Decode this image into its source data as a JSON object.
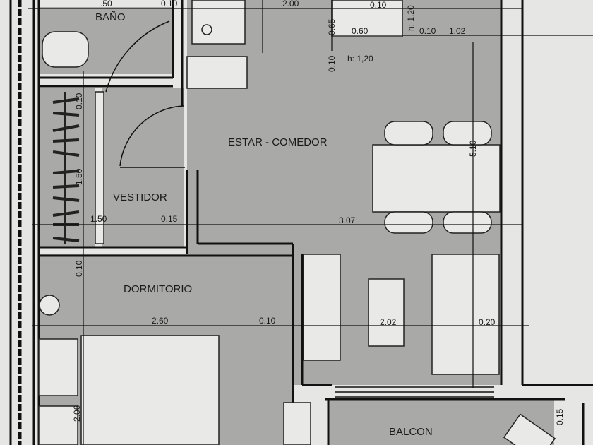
{
  "rooms": {
    "bano": "BAÑO",
    "estar": "ESTAR - COMEDOR",
    "vestidor": "VESTIDOR",
    "dormitorio": "DORMITORIO",
    "balcon": "BALCON"
  },
  "dimensions": {
    "top_left": ".50",
    "top_bano": "0.10",
    "top_2": "2.00",
    "kitchen_065": "0.65",
    "kitchen_010a": "0.10",
    "kitchen_h120v": "h: 1,20",
    "kitchen_060": "0.60",
    "kitchen_010b": "0.10",
    "kitchen_102": "1.02",
    "kitchen_010c": "0.10",
    "kitchen_h120": "h: 1,20",
    "height_510": "5.10",
    "left_010": "0.10",
    "left_150": "1.50",
    "mid_150": "1.50",
    "mid_015": "0.15",
    "mid_307": "3.07",
    "dorm_010v": "0.10",
    "low_260": "2.60",
    "low_010": "0.10",
    "low_202": "2.02",
    "low_020": "0.20",
    "bed_206": "2.06",
    "balcon_015": "0.15"
  }
}
